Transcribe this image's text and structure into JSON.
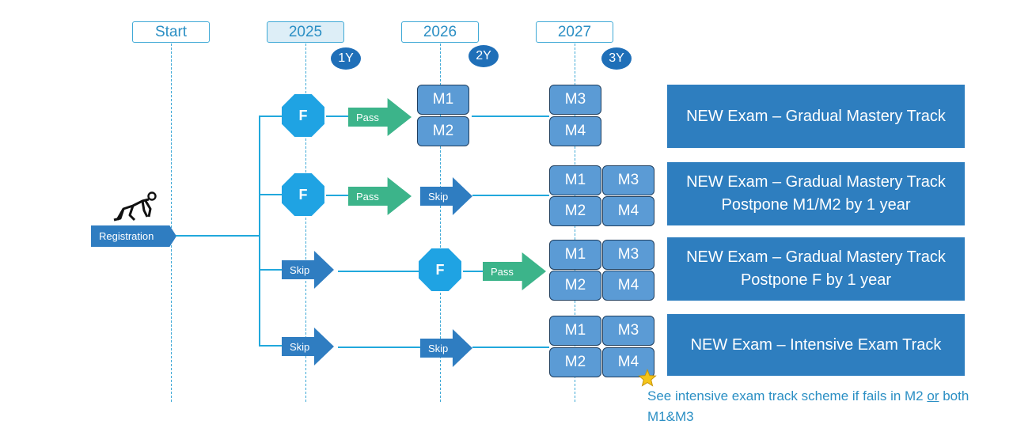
{
  "timeline": {
    "columns": [
      {
        "label": "Start"
      },
      {
        "label": "2025",
        "badge": "1Y"
      },
      {
        "label": "2026",
        "badge": "2Y"
      },
      {
        "label": "2027",
        "badge": "3Y"
      }
    ]
  },
  "start": {
    "label": "Registration"
  },
  "icons": {
    "runner": "runner-start-icon",
    "star": "star-icon"
  },
  "colors": {
    "exam": "#1fa3e3",
    "pass": "#3cb48a",
    "skip": "#2f7dc1",
    "module": "#5b9bd5",
    "track": "#2e7ebf",
    "star": "#f5c518"
  },
  "rows": [
    {
      "step1": "F",
      "step1_arrow": "Pass",
      "step2_modules": [
        "M1",
        "M2"
      ],
      "step3_modules": [
        "M3",
        "M4"
      ],
      "track_lines": [
        "NEW Exam – Gradual Mastery Track"
      ]
    },
    {
      "step1": "F",
      "step1_arrow": "Pass",
      "step2_arrow": "Skip",
      "step3_modules": [
        "M1",
        "M3",
        "M2",
        "M4"
      ],
      "track_lines": [
        "NEW Exam – Gradual Mastery Track",
        "Postpone M1/M2 by 1 year"
      ]
    },
    {
      "step1_arrow": "Skip",
      "step2": "F",
      "step2_arrow": "Pass",
      "step3_modules": [
        "M1",
        "M3",
        "M2",
        "M4"
      ],
      "track_lines": [
        "NEW Exam – Gradual Mastery Track",
        "Postpone F by 1 year"
      ]
    },
    {
      "step1_arrow": "Skip",
      "step2_arrow": "Skip",
      "step3_modules": [
        "M1",
        "M3",
        "M2",
        "M4"
      ],
      "track_lines": [
        "NEW Exam – Intensive Exam Track"
      ]
    }
  ],
  "note": {
    "text": "See intensive exam track scheme if fails in M2 ",
    "link": "or",
    "text2": " both M1&M3"
  }
}
